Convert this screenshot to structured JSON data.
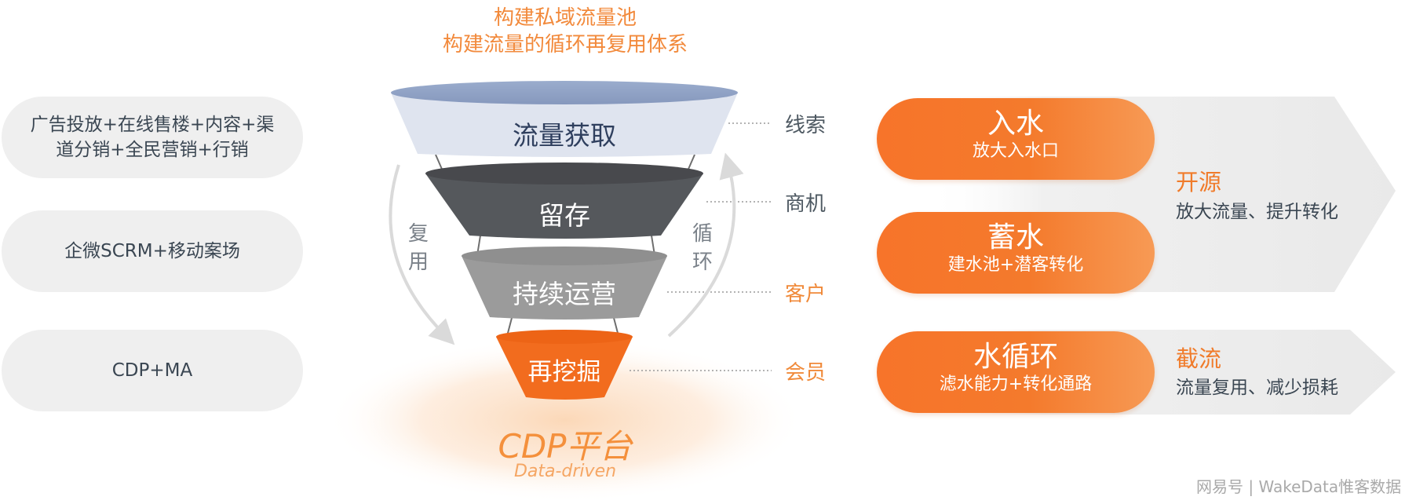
{
  "header": {
    "line1": "构建私域流量池",
    "line2": "构建流量的循环再复用体系",
    "color": "#f28a3c"
  },
  "left_pills": [
    {
      "lines": [
        "广告投放+在线售楼+内容+渠",
        "道分销+全民营销+行销"
      ]
    },
    {
      "lines": [
        "企微SCRM+移动案场"
      ]
    },
    {
      "lines": [
        "CDP+MA"
      ]
    }
  ],
  "funnel": {
    "stages": [
      {
        "label": "流量获取",
        "color": "#dfe4ef",
        "text_color": "#2f3f5e"
      },
      {
        "label": "留存",
        "color": "#55585c",
        "text_color": "#ffffff"
      },
      {
        "label": "持续运营",
        "color": "#9b9b9b",
        "text_color": "#ffffff"
      },
      {
        "label": "再挖掘",
        "color": "#f26c1e",
        "text_color": "#ffffff"
      }
    ],
    "loop_left": "复用",
    "loop_right": "循环"
  },
  "side_labels": [
    {
      "label": "线索",
      "color": "#4e5962"
    },
    {
      "label": "商机",
      "color": "#4e5962"
    },
    {
      "label": "客户",
      "color": "#f08a3a"
    },
    {
      "label": "会员",
      "color": "#f08a3a"
    }
  ],
  "platform": {
    "title": "CDP平台",
    "subtitle": "Data-driven",
    "color": "#f4903c"
  },
  "water_pills": [
    {
      "title": "入水",
      "subtitle": "放大入水口"
    },
    {
      "title": "蓄水",
      "subtitle": "建水池+潜客转化"
    },
    {
      "title": "水循环",
      "subtitle": "滤水能力+转化通路"
    }
  ],
  "right_groups": [
    {
      "title": "开源",
      "subtitle": "放大流量、提升转化"
    },
    {
      "title": "截流",
      "subtitle": "流量复用、减少损耗"
    }
  ],
  "watermark": "网易号 | WakeData惟客数据",
  "colors": {
    "accent": "#f26c1e",
    "pill_bg": "#efefef",
    "arrow_bg": "#eeeeee"
  }
}
